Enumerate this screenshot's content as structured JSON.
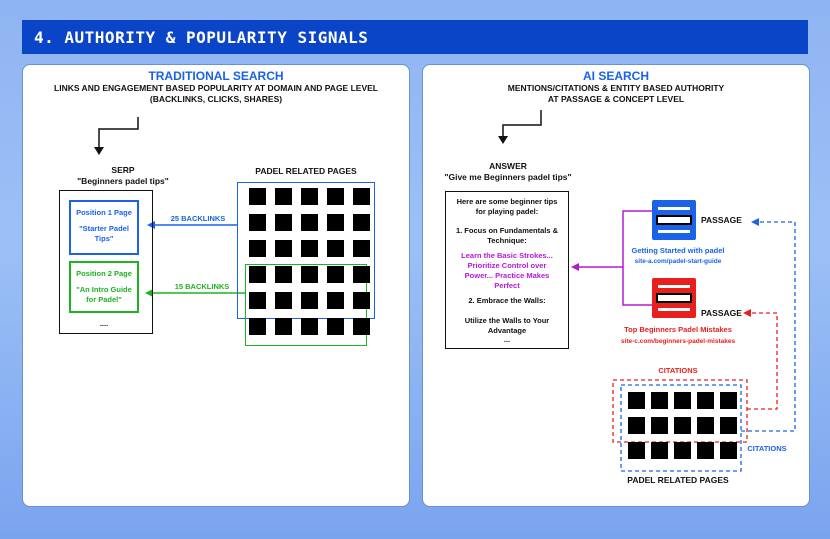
{
  "header": {
    "title": "4. AUTHORITY & POPULARITY SIGNALS"
  },
  "colors": {
    "header_bg": "#0a45c8",
    "blue": "#1a63e8",
    "green": "#1db324",
    "red": "#e8201d",
    "purple": "#b21bd6"
  },
  "traditional": {
    "title": "TRADITIONAL SEARCH",
    "subtitle": "LINKS AND ENGAGEMENT BASED POPULARITY AT DOMAIN AND PAGE LEVEL\n(BACKLINKS, CLICKS, SHARES)",
    "serp_label": "SERP",
    "serp_query": "\"Beginners padel tips\"",
    "position1_title": "Position 1 Page",
    "position1_text": "\"Starter Padel\nTips\"",
    "position2_title": "Position 2 Page",
    "position2_text": "\"An Intro Guide\nfor Padel\"",
    "ellipsis": "....",
    "pages_label": "PADEL RELATED PAGES",
    "backlinks_1": "25 BACKLINKS",
    "backlinks_2": "15 BACKLINKS"
  },
  "ai": {
    "title": "AI SEARCH",
    "subtitle": "MENTIONS/CITATIONS & ENTITY BASED AUTHORITY\nAT PASSAGE & CONCEPT LEVEL",
    "answer_label": "ANSWER",
    "answer_query": "\"Give me Beginners padel tips\"",
    "answer_intro": "Here are some beginner tips\nfor playing padel:",
    "answer_point1": "1. Focus on Fundamentals &\nTechnique:",
    "answer_highlight": "Learn the Basic Strokes...\nPrioritize Control over\nPower... Practice Makes\nPerfect",
    "answer_point2": "2. Embrace the Walls:",
    "answer_point2_text": "Utilize the Walls to Your\nAdvantage",
    "answer_ellipsis": "...",
    "passage_label_1": "PASSAGE",
    "passage_label_2": "PASSAGE",
    "source1_title": "Getting Started with padel",
    "source1_url": "site-a.com/padel-start-guide",
    "source2_title": "Top Beginners Padel Mistakes",
    "source2_url": "site-c.com/beginners-padel-mistakes",
    "citations_red": "CITATIONS",
    "citations_blue": "CITATIONS",
    "pages_label": "PADEL RELATED PAGES"
  }
}
